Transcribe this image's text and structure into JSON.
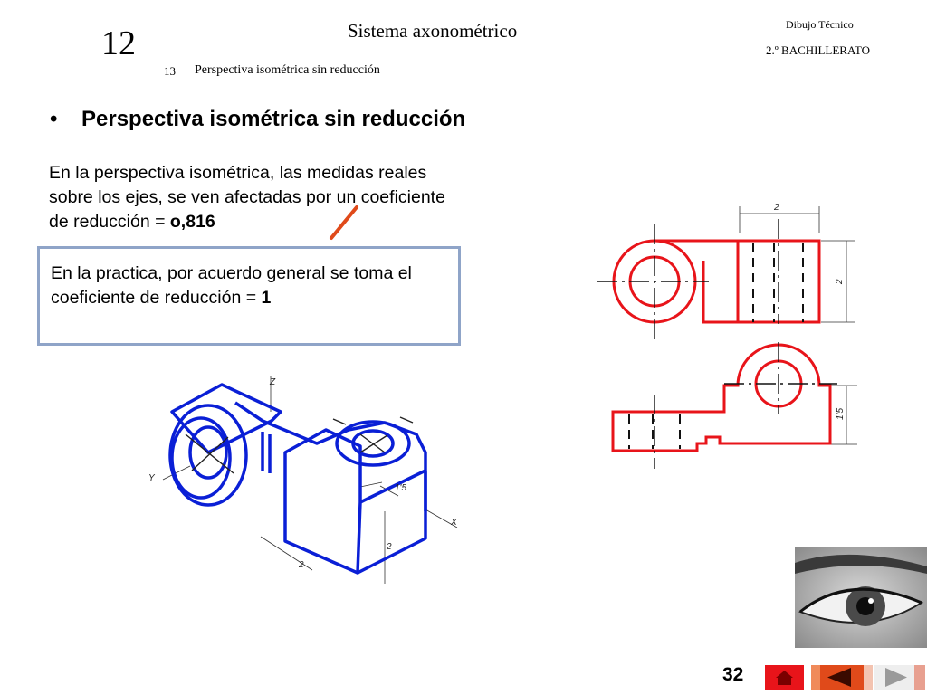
{
  "header": {
    "unit_number": "12",
    "title": "Sistema axonométrico",
    "lesson_number": "13",
    "lesson_title": "Perspectiva isométrica sin reducción",
    "subject": "Dibujo Técnico",
    "course": "2.º BACHILLERATO"
  },
  "content": {
    "bullet": "•",
    "heading": "Perspectiva isométrica sin reducción",
    "paragraph1": "En la perspectiva isométrica, las medidas reales sobre los ejes, se ven afectadas por un coeficiente de reducción = ",
    "paragraph1_value": "o,816",
    "paragraph2": "En la practica, por acuerdo general se toma el coeficiente de reducción = ",
    "paragraph2_value": "1"
  },
  "isometric_labels": {
    "axis_z": "Z",
    "axis_y": "Y",
    "axis_x": "X",
    "dim_depth": "1'5",
    "dim_height": "2",
    "dim_width": "2"
  },
  "orthographic_labels": {
    "dim_top_width": "2",
    "dim_top_height": "2",
    "dim_bottom_height": "1'5"
  },
  "footer": {
    "page_number": "32"
  },
  "colors": {
    "iso_drawing": "#0a1fd6",
    "ortho_drawing": "#e8141a",
    "nav_button": "#e04a1a",
    "note_border": "#8fa4c8"
  },
  "icons": {
    "home": "home-icon",
    "prev": "triangle-left-icon",
    "next": "triangle-right-icon"
  }
}
